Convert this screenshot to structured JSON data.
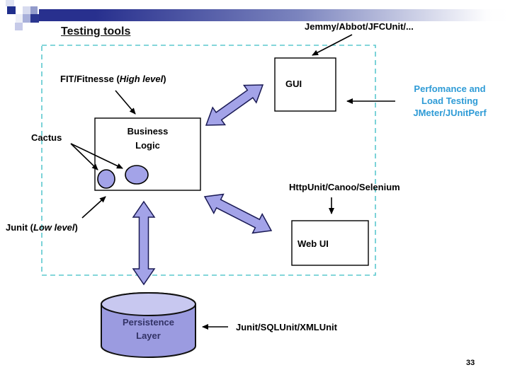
{
  "slide": {
    "title": "Testing tools",
    "page_number": "33"
  },
  "labels": {
    "jemmy": "Jemmy/Abbot/JFCUnit/...",
    "fit_prefix": "FIT/Fitnesse (",
    "fit_em": "High level",
    "fit_suffix": ")",
    "cactus": "Cactus",
    "performance": "Perfomance and\nLoad Testing\nJMeter/JUnitPerf",
    "httpunit": "HttpUnit/Canoo/Selenium",
    "junit_prefix": "Junit (",
    "junit_em": "Low level",
    "junit_suffix": ")",
    "junit_sql": "Junit/SQLUnit/XMLUnit"
  },
  "boxes": {
    "gui": "GUI",
    "business_logic": "Business\nLogic",
    "web_ui": "Web UI"
  },
  "cylinder": {
    "label": "Persistence\nLayer"
  },
  "colors": {
    "double_arrow_fill": "#A3A3E8",
    "double_arrow_outline": "#1A1A55",
    "dashed_border": "#5BC8CE",
    "info_text_blue": "#2E9BD6",
    "cylinder_body": "#9B9BE0",
    "cylinder_top": "#C8C8F0",
    "cylinder_text_navy": "#333366",
    "header_navy": "#2B3690",
    "ellipse_fill": "#A3A3E8"
  }
}
